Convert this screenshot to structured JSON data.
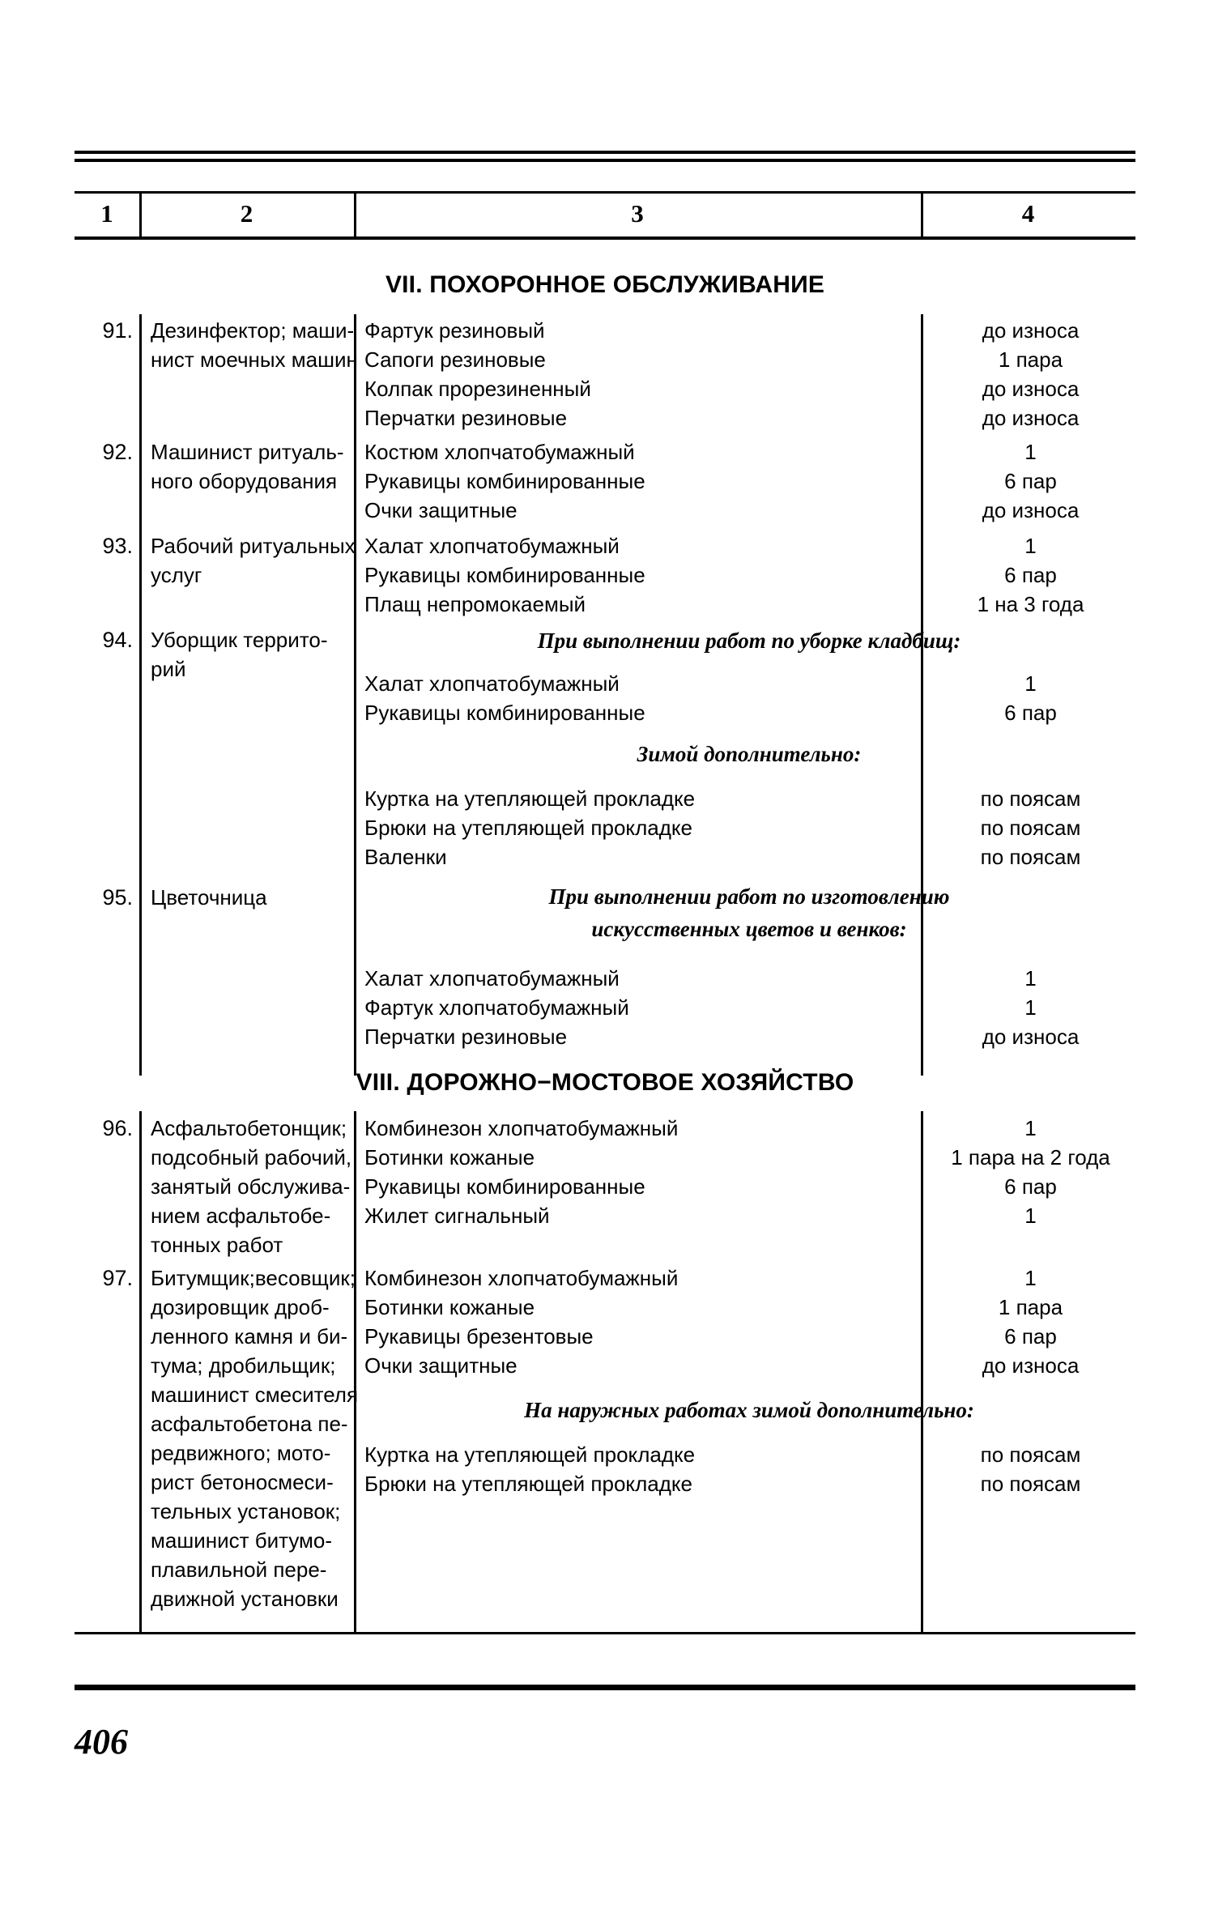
{
  "page": {
    "number": "406"
  },
  "table": {
    "column_headers": [
      "1",
      "2",
      "3",
      "4"
    ]
  },
  "sections": [
    {
      "heading": "VII. ПОХОРОННОЕ ОБСЛУЖИВАНИЕ",
      "rows": [
        {
          "number": "91.",
          "occupation": [
            "Дезинфектор; маши-",
            "нист моечных машин"
          ],
          "items": [
            "Фартук резиновый",
            "Сапоги резиновые",
            "Колпак прорезиненный",
            "Перчатки резиновые"
          ],
          "norms": [
            "до износа",
            "1 пара",
            "до износа",
            "до износа"
          ]
        },
        {
          "number": "92.",
          "occupation": [
            "Машинист ритуаль-",
            "ного оборудования"
          ],
          "items": [
            "Костюм хлопчатобумажный",
            "Рукавицы комбинированные",
            "Очки защитные"
          ],
          "norms": [
            "1",
            "6 пар",
            "до износа"
          ]
        },
        {
          "number": "93.",
          "occupation": [
            "Рабочий ритуальных",
            "услуг"
          ],
          "items": [
            "Халат хлопчатобумажный",
            "Рукавицы комбинированные",
            "Плащ непромокаемый"
          ],
          "norms": [
            "1",
            "6 пар",
            "1 на 3 года"
          ]
        },
        {
          "number": "94.",
          "occupation": [
            "Уборщик террито-",
            "рий"
          ],
          "subheading_1": "При выполнении работ по уборке кладбищ:",
          "items": [
            "Халат хлопчатобумажный",
            "Рукавицы комбинированные"
          ],
          "norms": [
            "1",
            "6 пар"
          ],
          "subheading_2": "Зимой дополнительно:",
          "items_2": [
            "Куртка на утепляющей прокладке",
            "Брюки на утепляющей прокладке",
            "Валенки"
          ],
          "norms_2": [
            "по поясам",
            "по поясам",
            "по поясам"
          ]
        },
        {
          "number": "95.",
          "occupation": [
            "Цветочница"
          ],
          "subheading_line1": "При выполнении работ по изготовлению",
          "subheading_line2": "искусственных цветов и венков:",
          "items": [
            "Халат хлопчатобумажный",
            "Фартук хлопчатобумажный",
            "Перчатки резиновые"
          ],
          "norms": [
            "1",
            "1",
            "до износа"
          ]
        }
      ]
    },
    {
      "heading": "VIII. ДОРОЖНО−МОСТОВОЕ ХОЗЯЙСТВО",
      "rows": [
        {
          "number": "96.",
          "occupation": [
            "Асфальтобетонщик;",
            "подсобный рабочий,",
            "занятый обслужива-",
            "нием асфальтобе-",
            "тонных работ"
          ],
          "items": [
            "Комбинезон хлопчатобумажный",
            "Ботинки кожаные",
            "Рукавицы комбинированные",
            "Жилет сигнальный"
          ],
          "norms": [
            "1",
            "1 пара на 2 года",
            "6 пар",
            "1"
          ]
        },
        {
          "number": "97.",
          "occupation": [
            "Битумщик;весовщик;",
            "дозировщик дроб-",
            "ленного камня и би-",
            "тума; дробильщик;",
            "машинист смесителя",
            "асфальтобетона пе-",
            "редвижного; мото-",
            "рист бетоносмеси-",
            "тельных установок;",
            "машинист битумо-",
            "плавильной пере-",
            "движной установки"
          ],
          "items": [
            "Комбинезон хлопчатобумажный",
            "Ботинки кожаные",
            "Рукавицы брезентовые",
            "Очки защитные"
          ],
          "norms": [
            "1",
            "1 пара",
            "6 пар",
            "до износа"
          ],
          "subheading": "На наружных работах зимой дополнительно:",
          "items_2": [
            "Куртка на утепляющей прокладке",
            "Брюки на утепляющей прокладке"
          ],
          "norms_2": [
            "по поясам",
            "по поясам"
          ]
        }
      ]
    }
  ]
}
